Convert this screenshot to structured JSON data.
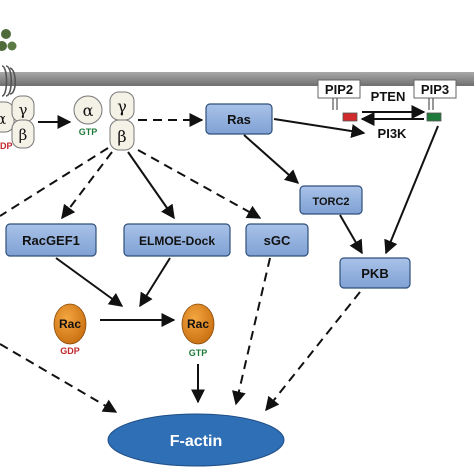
{
  "colors": {
    "box_fill": "#8eaedc",
    "box_stroke": "#2f4f7a",
    "ellipse_fill": "#2f6fb5",
    "rac_fill": "#e58a1f",
    "membrane": "#8c8c8c",
    "gdp_red": "#c0282c",
    "gtp_green": "#1e7a3a",
    "pten_red": "#d02a2a",
    "pten_green": "#1e7a3a"
  },
  "left_g_protein": {
    "alpha": "α",
    "gamma": "γ",
    "beta": "β",
    "nucleotide": "DP"
  },
  "free_g_protein": {
    "alpha": "α",
    "alpha_nucleotide": "GTP",
    "gamma": "γ",
    "beta": "β"
  },
  "nodes": {
    "ras": "Ras",
    "pip2": "PIP2",
    "pten": "PTEN",
    "pip3": "PIP3",
    "pi3k": "PI3K",
    "torc2": "TORC2",
    "racgef1": "RacGEF1",
    "elmoe_dock": "ELMOE-Dock",
    "sgc": "sGC",
    "pkb": "PKB",
    "rac_gdp": "Rac",
    "rac_gdp_nucleotide": "GDP",
    "rac_gtp": "Rac",
    "rac_gtp_nucleotide": "GTP",
    "factin": "F-actin"
  }
}
